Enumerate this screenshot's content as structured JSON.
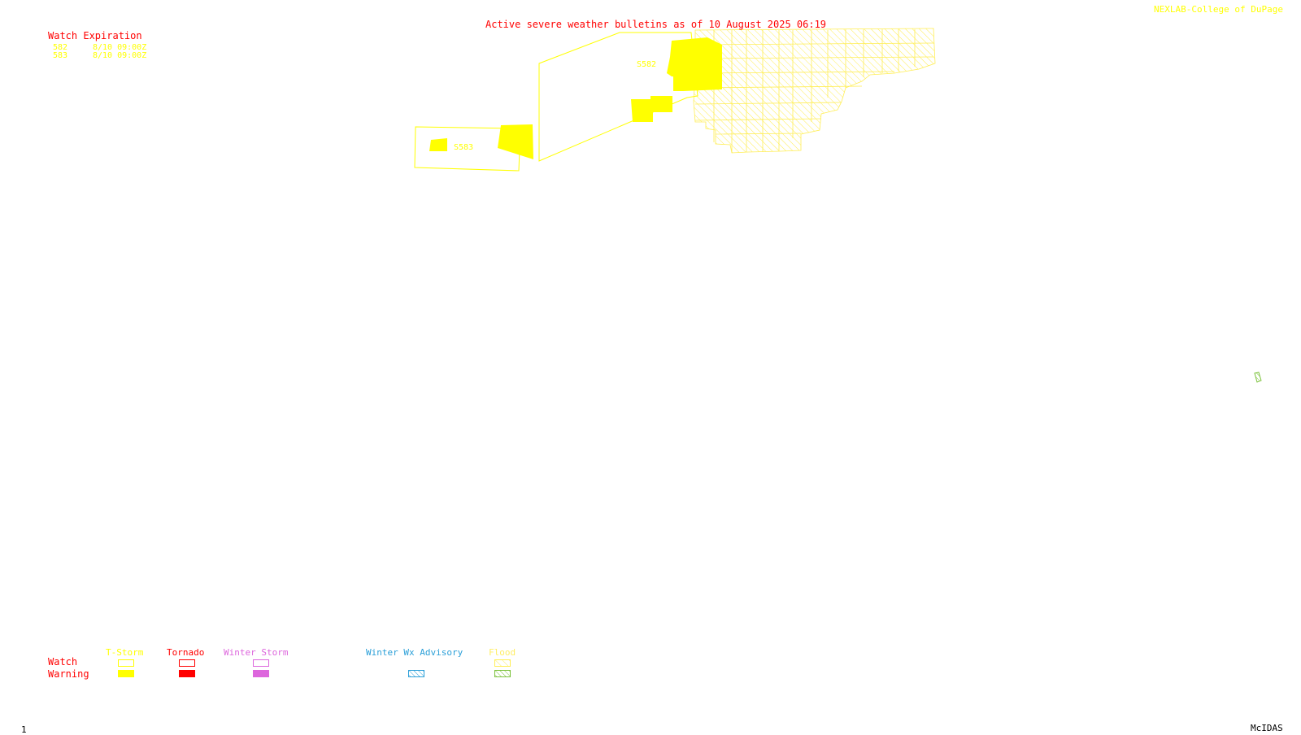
{
  "header": {
    "title": "Active severe weather bulletins as of 10 August 2025 06:19",
    "credit": "NEXLAB-College of DuPage",
    "frame_number": "1",
    "software": "McIDAS"
  },
  "watch_expiration": {
    "heading": "Watch Expiration",
    "rows": [
      {
        "id": "582",
        "expires": "8/10 09:00Z"
      },
      {
        "id": "583",
        "expires": "8/10 09:00Z"
      }
    ]
  },
  "map": {
    "watch_labels": [
      "S582",
      "S583"
    ]
  },
  "legend": {
    "row_labels": {
      "watch": "Watch",
      "warning": "Warning"
    },
    "columns": [
      {
        "label": "T-Storm",
        "color": "#ffff00"
      },
      {
        "label": "Tornado",
        "color": "#ff0000"
      },
      {
        "label": "Winter Storm",
        "color": "#dd66dd"
      },
      {
        "label": "Winter Wx Advisory",
        "color": "#2a9fd8"
      },
      {
        "label": "Flood",
        "color": "#ffee66"
      }
    ]
  },
  "colors": {
    "title": "#ff0000",
    "tstorm": "#ffff00",
    "flood_outline": "#ffee55",
    "flood_warning": "#8fd04a",
    "expiration_rows": "#ffff00"
  }
}
